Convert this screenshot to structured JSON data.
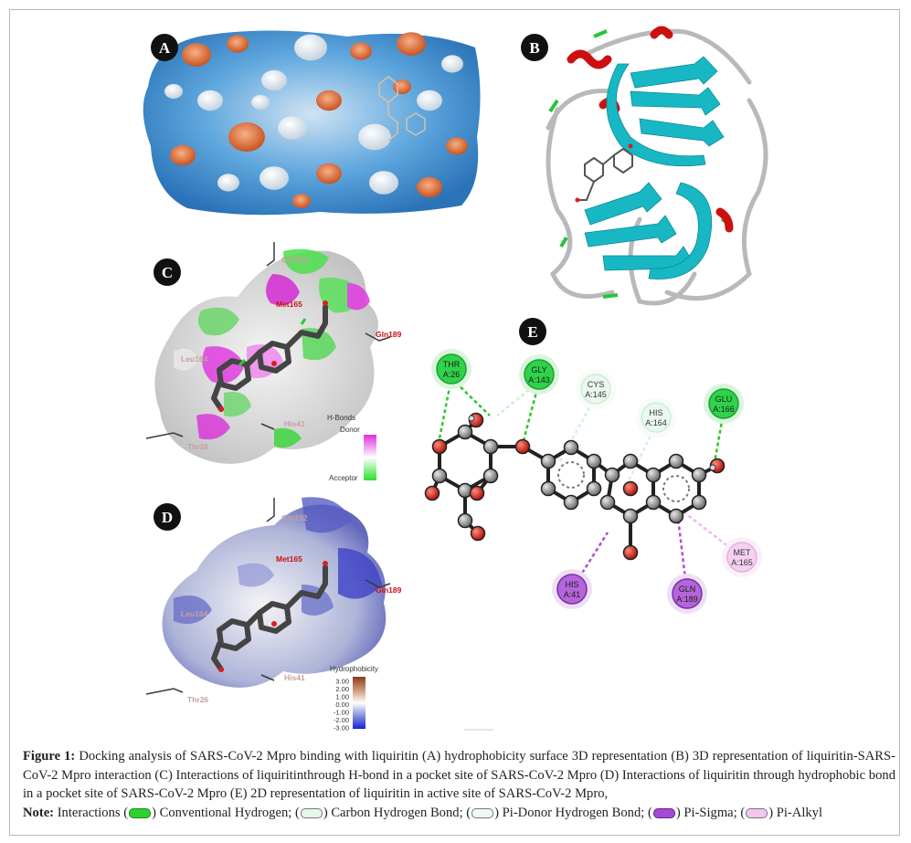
{
  "panels": {
    "a": "A",
    "b": "B",
    "c": "C",
    "d": "D",
    "e": "E"
  },
  "panel_c": {
    "residues": [
      "Gln192",
      "Met165",
      "Gln189",
      "His41",
      "Thr26",
      "Leu164"
    ],
    "legend_title": "H-Bonds",
    "legend_top": "Donor",
    "legend_bottom": "Acceptor"
  },
  "panel_d": {
    "residues": [
      "Gln192",
      "Met165",
      "Gln189",
      "His41",
      "Thr26",
      "Leu164"
    ],
    "legend_title": "Hydrophobicity",
    "ticks": [
      "3.00",
      "2.00",
      "1.00",
      "0.00",
      "-1.00",
      "-2.00",
      "-3.00"
    ]
  },
  "panel_e": {
    "residues": [
      {
        "name": "THR",
        "pos": "A:26",
        "kind": "conv"
      },
      {
        "name": "GLY",
        "pos": "A:143",
        "kind": "conv"
      },
      {
        "name": "CYS",
        "pos": "A:145",
        "kind": "pidonor"
      },
      {
        "name": "HIS",
        "pos": "A:164",
        "kind": "pidonor"
      },
      {
        "name": "GLU",
        "pos": "A:166",
        "kind": "conv"
      },
      {
        "name": "MET",
        "pos": "A:165",
        "kind": "alkyl"
      },
      {
        "name": "HIS",
        "pos": "A:41",
        "kind": "sigma"
      },
      {
        "name": "GLN",
        "pos": "A:189",
        "kind": "sigma"
      }
    ]
  },
  "colors": {
    "conv": "#38d44a",
    "chb": "#d8f5df",
    "pidonor": "#e6f8ea",
    "sigma": "#b561d6",
    "alkyl": "#f0c6ee"
  },
  "caption": {
    "fig_label": "Figure 1:",
    "text": " Docking analysis of SARS-CoV-2 Mpro binding with liquiritin (A) hydrophobicity surface 3D representation (B) 3D representation of liquiritin-SARS-CoV-2 Mpro interaction (C) Interactions of liquiritinthrough H-bond in a pocket site of SARS-CoV-2 Mpro (D) Interactions of liquiritin through hydrophobic bond in a pocket site of SARS-CoV-2 Mpro (E) 2D representation of liquiritin in active site of SARS-CoV-2 Mpro,",
    "note_label": "Note:",
    "note_1": " Interactions (",
    "note_2": ") Conventional Hydrogen; (",
    "note_3": ") Carbon Hydrogen Bond; (",
    "note_4": ") Pi-Donor Hydrogen Bond; (",
    "note_5": ") Pi-Sigma; (",
    "note_6": ") Pi-Alkyl"
  }
}
